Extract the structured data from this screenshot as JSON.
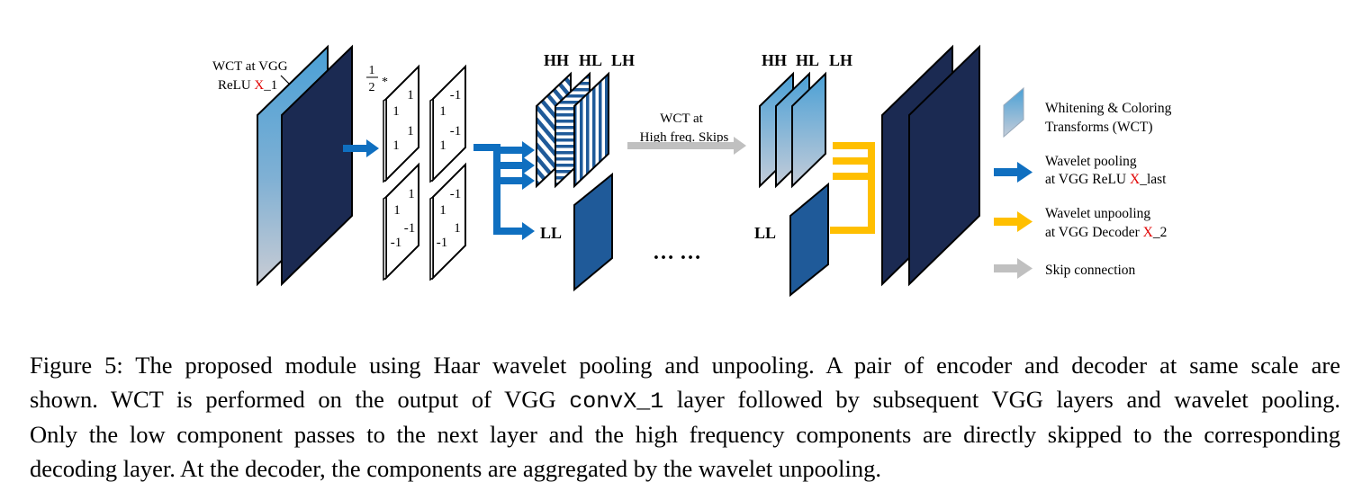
{
  "diagram": {
    "wct_label_line1": "WCT at VGG",
    "wct_label_line2_prefix": "ReLU ",
    "wct_label_line2_red": "X",
    "wct_label_line2_suffix": "_1",
    "half_num": "1",
    "half_den": "2",
    "half_star": "*",
    "haar_values": {
      "ll": [
        "1",
        "1",
        "1",
        "1"
      ],
      "lh": [
        "-1",
        "1",
        "-1",
        "1"
      ],
      "hl": [
        "1",
        "1",
        "-1",
        "-1"
      ],
      "hh": [
        "-1",
        "1",
        "1",
        "-1"
      ]
    },
    "hh_label": "HH",
    "hl_label": "HL",
    "lh_label": "LH",
    "hh_label_2": "HH",
    "hl_label_2": "HL",
    "lh_label_2": "LH",
    "ll_label": "LL",
    "ll_label_2": "LL",
    "skip_label_line1": "WCT at",
    "skip_label_line2": "High freq. Skips",
    "ellipsis": "… …"
  },
  "legend": {
    "wct_line1": "Whitening & Coloring",
    "wct_line2": "Transforms (WCT)",
    "pool_line1": "Wavelet pooling",
    "pool_line2_prefix": "at VGG ReLU ",
    "pool_line2_red": "X",
    "pool_line2_suffix": "_last",
    "unpool_line1": "Wavelet unpooling",
    "unpool_line2_prefix": "at VGG Decoder ",
    "unpool_line2_red": "X",
    "unpool_line2_suffix": "_2",
    "skip": "Skip connection"
  },
  "caption": {
    "line1": "Figure 5: The proposed module using Haar wavelet pooling and unpooling. A pair of encoder and decoder at same scale are",
    "line2_prefix": "shown. WCT is performed on the output of VGG ",
    "line2_code": "convX_1",
    "line2_suffix": " layer followed by subsequent VGG layers and wavelet pooling.",
    "line3": "Only the low component passes to the next layer and the high frequency components are directly skipped to the corresponding",
    "line4": "decoding layer. At the decoder, the components are aggregated by the wavelet unpooling."
  },
  "colors": {
    "dark_navy": "#1b2a52",
    "mid_blue": "#1f5a99",
    "pool_arrow_blue": "#0f6fc0",
    "unpool_arrow_yellow": "#ffbf00",
    "skip_arrow_gray": "#c0c0c0",
    "x_red": "#e00000",
    "wct_gradient_top": "#4aa0d6",
    "wct_gradient_bottom": "#c9ccd4"
  }
}
